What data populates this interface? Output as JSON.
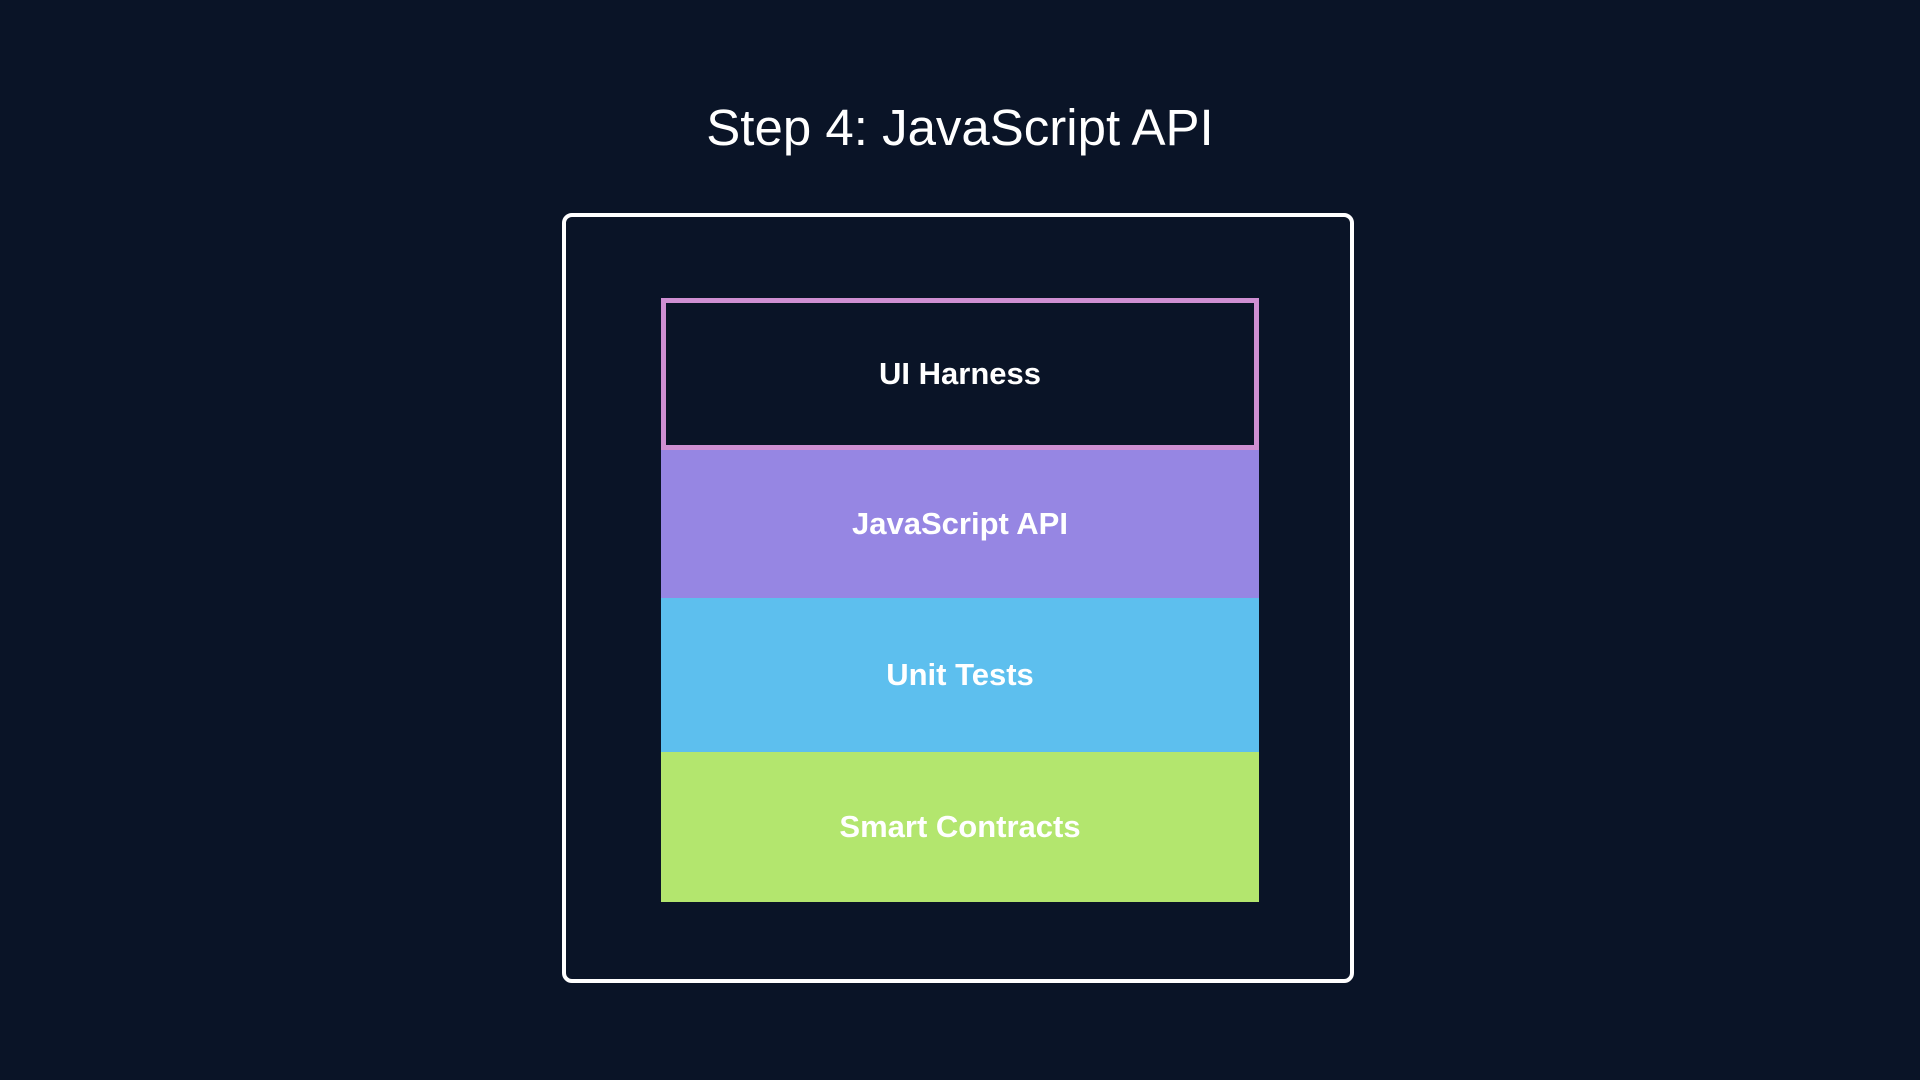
{
  "slide": {
    "title": "Step 4: JavaScript API"
  },
  "stack": {
    "layers": [
      {
        "label": "UI Harness",
        "style": "outlined",
        "color": "#cf8fd2"
      },
      {
        "label": "JavaScript API",
        "style": "filled",
        "color": "#9686e3"
      },
      {
        "label": "Unit Tests",
        "style": "filled",
        "color": "#5dbfee"
      },
      {
        "label": "Smart Contracts",
        "style": "filled",
        "color": "#b3e66e"
      }
    ]
  },
  "colors": {
    "background": "#0a1427",
    "frame": "#ffffff",
    "text": "#ffffff"
  }
}
